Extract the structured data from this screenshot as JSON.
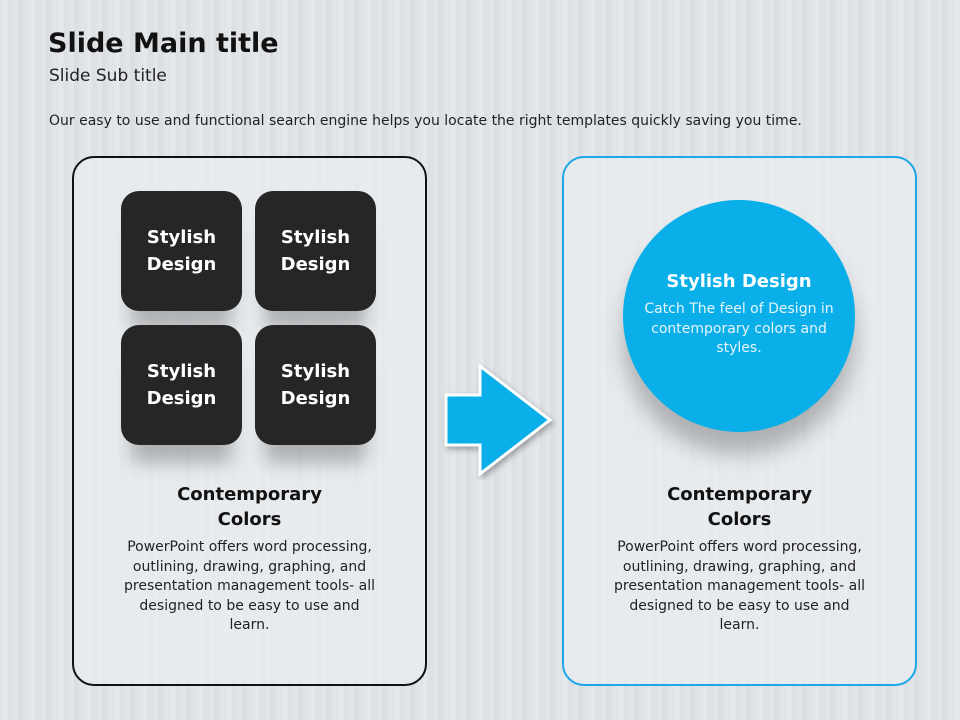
{
  "header": {
    "title": "Slide Main title",
    "subtitle": "Slide Sub title",
    "description": "Our easy to use and functional search engine helps you locate the right templates quickly saving you time."
  },
  "left_panel": {
    "tiles": [
      {
        "line1": "Stylish",
        "line2": "Design"
      },
      {
        "line1": "Stylish",
        "line2": "Design"
      },
      {
        "line1": "Stylish",
        "line2": "Design"
      },
      {
        "line1": "Stylish",
        "line2": "Design"
      }
    ],
    "heading_line1": "Contemporary",
    "heading_line2": "Colors",
    "body": "PowerPoint offers word processing, outlining, drawing, graphing, and presentation management tools- all designed to be easy to use and learn."
  },
  "right_panel": {
    "circle_title": "Stylish Design",
    "circle_body": "Catch The feel of Design in contemporary colors and styles.",
    "heading_line1": "Contemporary",
    "heading_line2": "Colors",
    "body": "PowerPoint offers word processing, outlining, drawing, graphing, and presentation management tools- all designed to be easy to use and learn."
  },
  "colors": {
    "accent": "#0aaee9",
    "tile": "#262626"
  },
  "icons": {
    "arrow": "arrow-right-icon"
  }
}
